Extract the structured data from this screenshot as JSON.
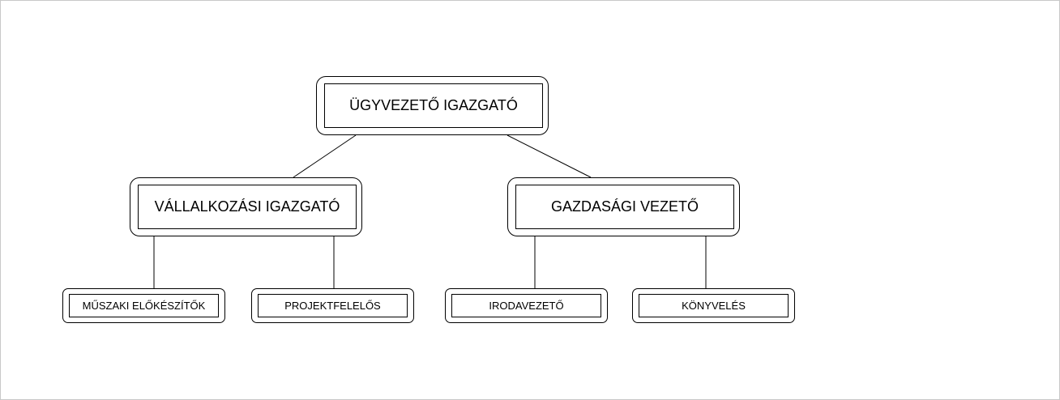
{
  "diagram": {
    "root": {
      "label": "ÜGYVEZETŐ IGAZGATÓ"
    },
    "managers": [
      {
        "label": "VÁLLALKOZÁSI IGAZGATÓ"
      },
      {
        "label": "GAZDASÁGI VEZETŐ"
      }
    ],
    "units": [
      {
        "label": "MŰSZAKI ELŐKÉSZÍTŐK"
      },
      {
        "label": "PROJEKTFELELŐS"
      },
      {
        "label": "IRODAVEZETŐ"
      },
      {
        "label": "KÖNYVELÉS"
      }
    ]
  }
}
